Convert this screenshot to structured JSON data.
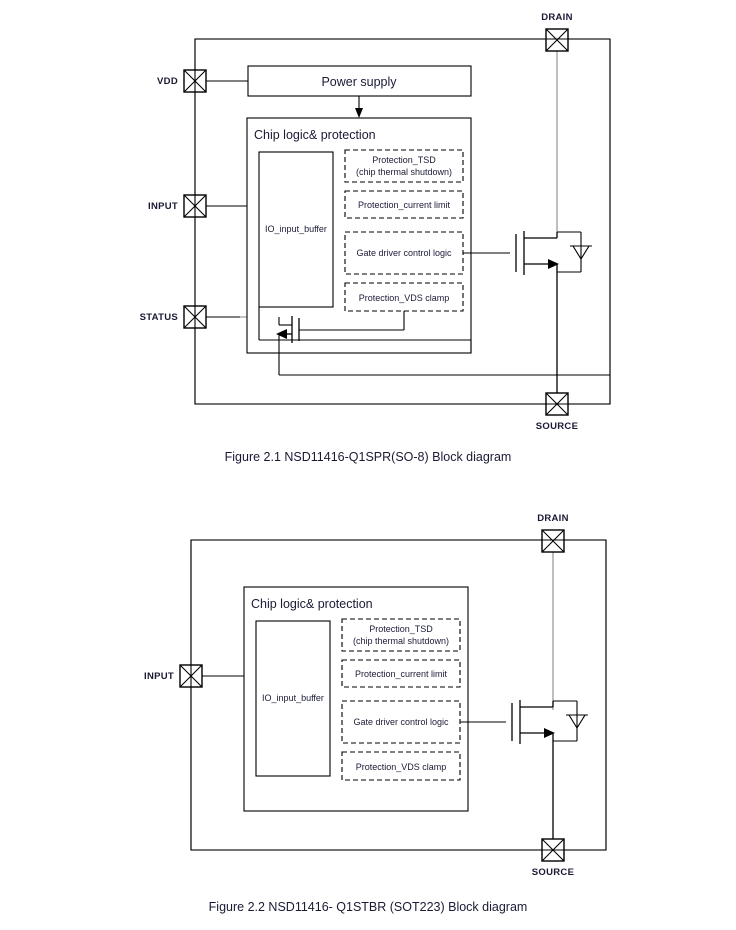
{
  "document": {
    "type": "datasheet-block-diagram-page",
    "figures": [
      {
        "id": "figure-2-1",
        "caption": "Figure 2.1 NSD11416-Q1SPR(SO-8) Block diagram",
        "pins": [
          {
            "name": "VDD",
            "side": "left"
          },
          {
            "name": "INPUT",
            "side": "left"
          },
          {
            "name": "STATUS",
            "side": "left"
          },
          {
            "name": "DRAIN",
            "side": "top"
          },
          {
            "name": "SOURCE",
            "side": "bottom"
          }
        ],
        "blocks": [
          {
            "name": "power-supply",
            "label": "Power supply",
            "style": "solid"
          },
          {
            "name": "chip-logic-protection",
            "label": "Chip logic& protection",
            "style": "solid"
          },
          {
            "name": "io-input-buffer",
            "label": "IO_input_buffer",
            "style": "solid"
          },
          {
            "name": "protection-tsd",
            "label": "Protection_TSD",
            "label2": "(chip thermal shutdown)",
            "style": "dashed"
          },
          {
            "name": "protection-current-limit",
            "label": "Protection_current limit",
            "style": "dashed"
          },
          {
            "name": "gate-driver-control-logic",
            "label": "Gate driver control logic",
            "style": "dashed"
          },
          {
            "name": "protection-vds-clamp",
            "label": "Protection_VDS clamp",
            "style": "dashed"
          }
        ],
        "devices": [
          {
            "name": "power-mosfet",
            "type": "n-channel-mosfet-with-body-diode"
          },
          {
            "name": "status-mosfet",
            "type": "n-channel-mosfet"
          }
        ]
      },
      {
        "id": "figure-2-2",
        "caption": "Figure 2.2 NSD11416- Q1STBR (SOT223) Block diagram",
        "pins": [
          {
            "name": "INPUT",
            "side": "left"
          },
          {
            "name": "DRAIN",
            "side": "top"
          },
          {
            "name": "SOURCE",
            "side": "bottom"
          }
        ],
        "blocks": [
          {
            "name": "chip-logic-protection",
            "label": "Chip logic& protection",
            "style": "solid"
          },
          {
            "name": "io-input-buffer",
            "label": "IO_input_buffer",
            "style": "solid"
          },
          {
            "name": "protection-tsd",
            "label": "Protection_TSD",
            "label2": "(chip thermal shutdown)",
            "style": "dashed"
          },
          {
            "name": "protection-current-limit",
            "label": "Protection_current limit",
            "style": "dashed"
          },
          {
            "name": "gate-driver-control-logic",
            "label": "Gate driver control logic",
            "style": "dashed"
          },
          {
            "name": "protection-vds-clamp",
            "label": "Protection_VDS clamp",
            "style": "dashed"
          }
        ],
        "devices": [
          {
            "name": "power-mosfet",
            "type": "n-channel-mosfet-with-body-diode"
          }
        ]
      }
    ]
  },
  "colors": {
    "line": "#000000",
    "line_muted": "#8a8a8a",
    "text": "#1a1a35",
    "background": "#ffffff"
  }
}
